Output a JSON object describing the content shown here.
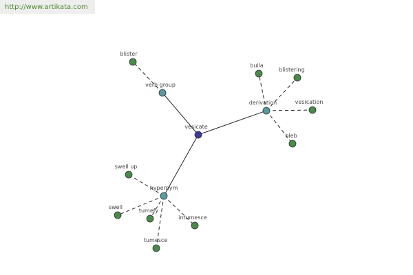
{
  "header": {
    "site_link": "http://www.artikata.com"
  },
  "colors": {
    "center_node": "#3a3a9a",
    "relation_node": "#5a9aa0",
    "word_node": "#4a8a4a",
    "node_stroke": "#333333",
    "edge": "#222222",
    "link_text": "#4a8a2a"
  },
  "graph": {
    "center": {
      "label": "vesicate"
    },
    "relations": [
      {
        "id": "verb-group",
        "label": "verb group"
      },
      {
        "id": "derivation",
        "label": "derivation"
      },
      {
        "id": "hypernym",
        "label": "hypernym"
      }
    ],
    "words": [
      {
        "label": "blister",
        "relation": "verb-group"
      },
      {
        "label": "bulla",
        "relation": "derivation"
      },
      {
        "label": "blistering",
        "relation": "derivation"
      },
      {
        "label": "vesication",
        "relation": "derivation"
      },
      {
        "label": "bleb",
        "relation": "derivation"
      },
      {
        "label": "swell up",
        "relation": "hypernym"
      },
      {
        "label": "swell",
        "relation": "hypernym"
      },
      {
        "label": "tumefy",
        "relation": "hypernym"
      },
      {
        "label": "intumesce",
        "relation": "hypernym"
      },
      {
        "label": "tumesce",
        "relation": "hypernym"
      }
    ]
  }
}
